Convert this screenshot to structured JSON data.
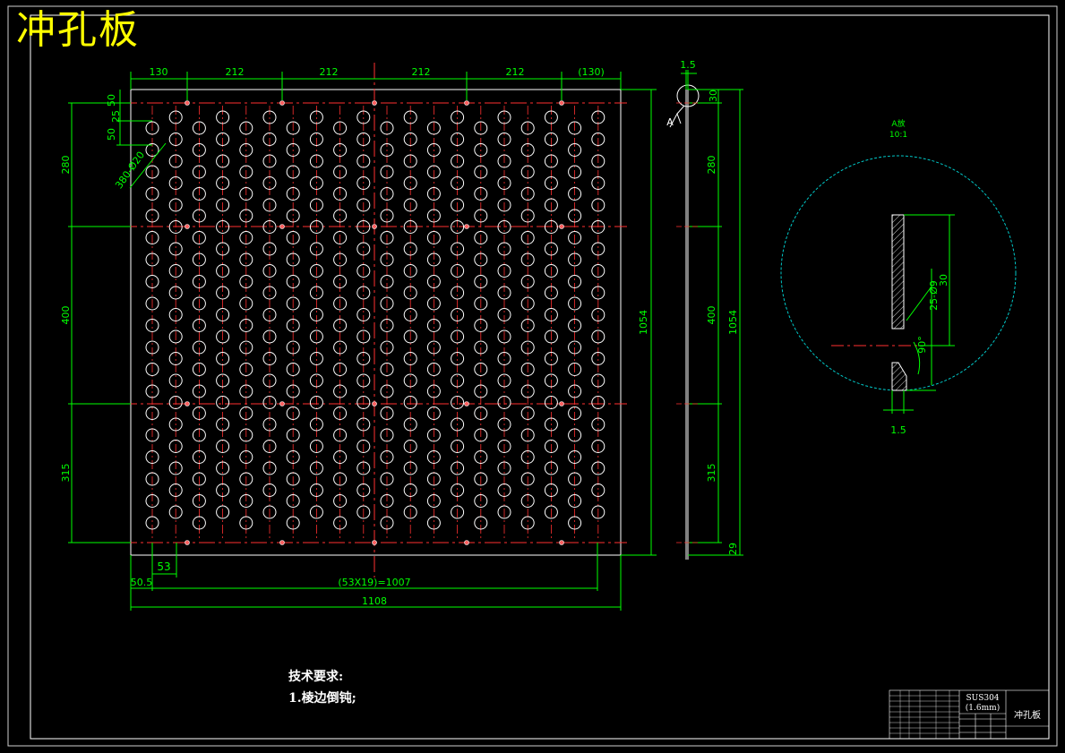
{
  "title": "冲孔板",
  "tech_requirements": {
    "heading": "技术要求:",
    "item1": "1.棱边倒钝;"
  },
  "front_view": {
    "top_dims": [
      "130",
      "212",
      "212",
      "212",
      "212",
      "(130)"
    ],
    "left_dims_top": [
      "50",
      "25",
      "50"
    ],
    "hole_callout": "380-Ø20",
    "left_dims": [
      "280",
      "400",
      "315"
    ],
    "height_dim": "1054",
    "bottom_dims": {
      "pitch": "53",
      "offset": "50.5",
      "chain": "(53X19)=1007",
      "width": "1108"
    },
    "hole_grid": {
      "columns": 20,
      "rows": 19
    }
  },
  "side_view": {
    "thickness": "1.5",
    "section_label": "A",
    "dims": [
      "30",
      "280",
      "400",
      "315",
      "29"
    ],
    "height": "1054"
  },
  "detail_view": {
    "label": "A放",
    "scale": "10:1",
    "dim_30": "30",
    "holes": "25-Ø9",
    "angle": "90°",
    "thickness": "1.5"
  },
  "title_block": {
    "material": "SUS304",
    "thickness_note": "(1.6mm)",
    "part_name": "冲孔板"
  },
  "colors": {
    "background": "#000000",
    "frame": "#ffffff",
    "dimension": "#00ff00",
    "centerline": "#ff0000",
    "detail_circle": "#00c8c8",
    "title": "#ffff00"
  }
}
